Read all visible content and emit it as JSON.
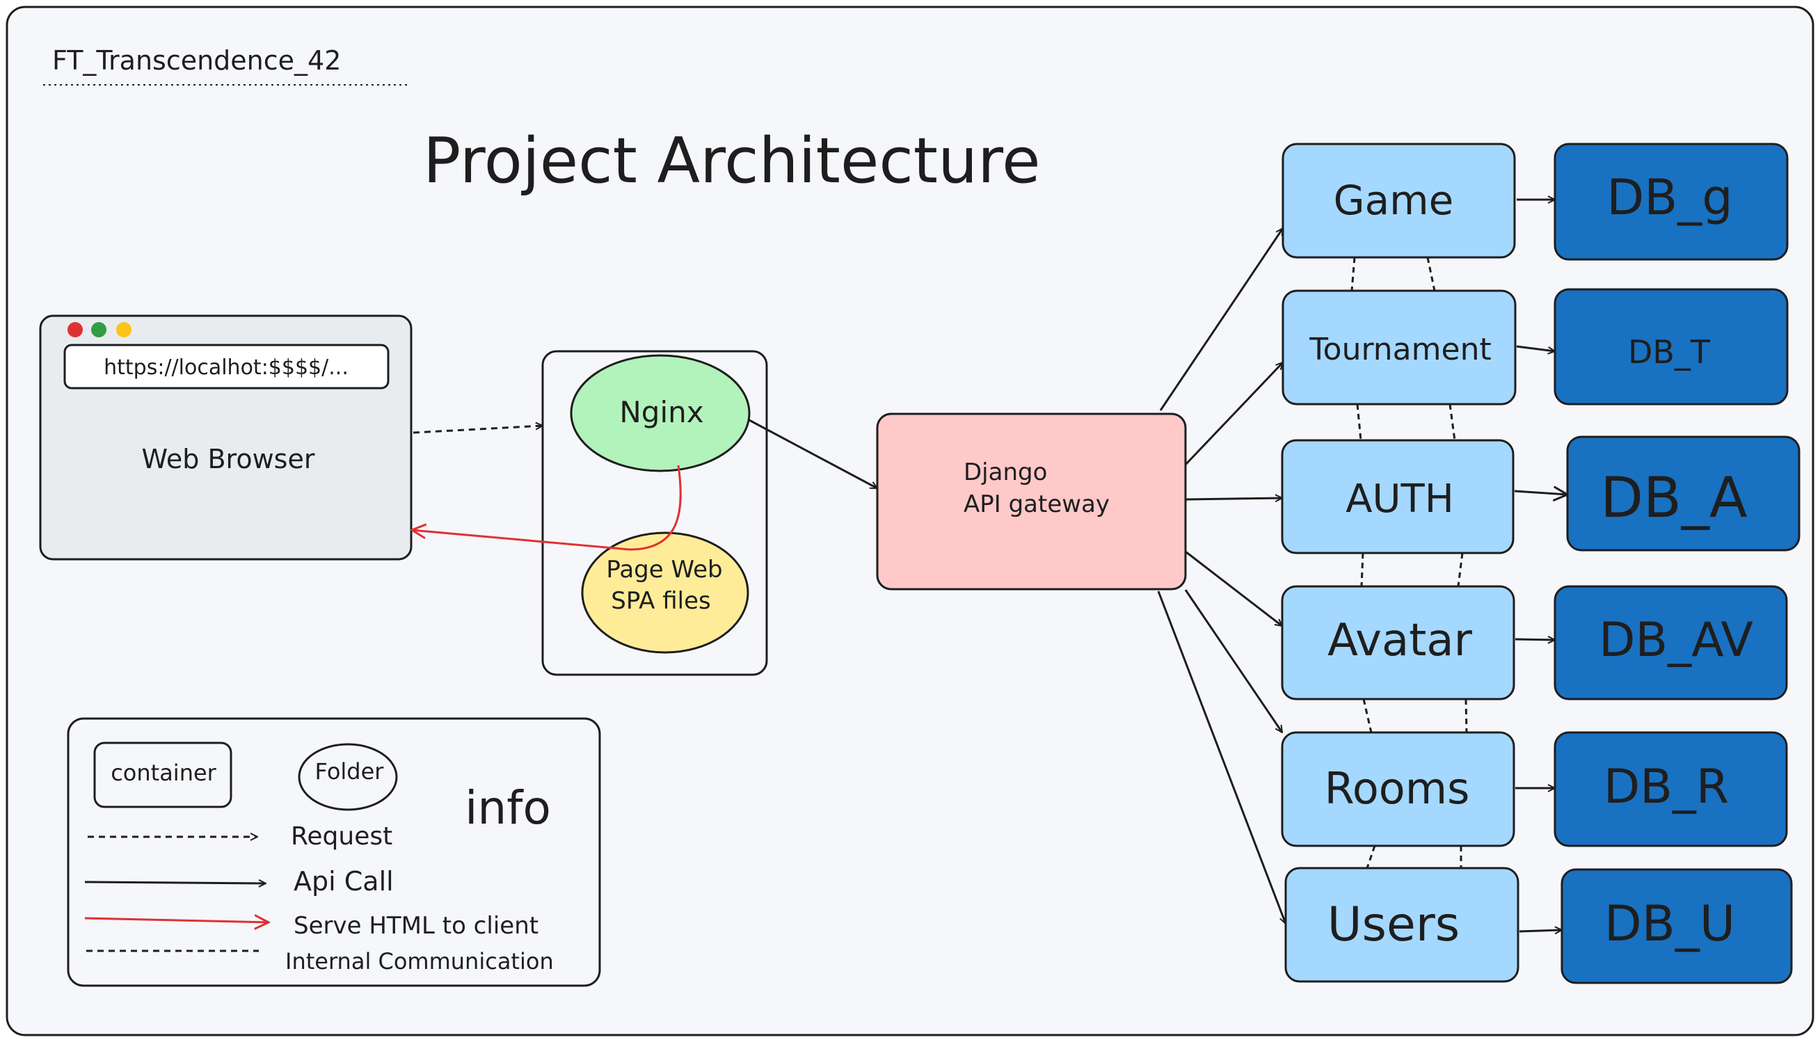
{
  "project_tag": "FT_Transcendence_42",
  "title": "Project Architecture",
  "browser": {
    "url": "https://localhot:$$$$/...",
    "label": "Web Browser"
  },
  "nginx": {
    "label": "Nginx"
  },
  "spa": {
    "line1": "Page Web",
    "line2": "SPA files"
  },
  "gateway": {
    "line1": "Django",
    "line2": "API gateway"
  },
  "services": [
    {
      "label": "Game",
      "db": "DB_g"
    },
    {
      "label": "Tournament",
      "db": "DB_T"
    },
    {
      "label": "AUTH",
      "db": "DB_A"
    },
    {
      "label": "Avatar",
      "db": "DB_AV"
    },
    {
      "label": "Rooms",
      "db": "DB_R"
    },
    {
      "label": "Users",
      "db": "DB_U"
    }
  ],
  "legend": {
    "title": "info",
    "container": "container",
    "folder": "Folder",
    "request": "Request",
    "api_call": "Api Call",
    "serve": "Serve HTML to client",
    "internal": "Internal Communication"
  },
  "colors": {
    "background": "#f5f7fa",
    "browser_fill": "#e9ecef",
    "nginx_fill": "#b2f2bb",
    "spa_fill": "#ffec99",
    "gateway_fill": "#ffc9c9",
    "service_fill": "#a5d8ff",
    "db_fill": "#1971c2",
    "serve_arrow": "#e03131",
    "mac_red": "#e03131",
    "mac_green": "#2f9e44",
    "mac_yellow": "#fcc419"
  }
}
